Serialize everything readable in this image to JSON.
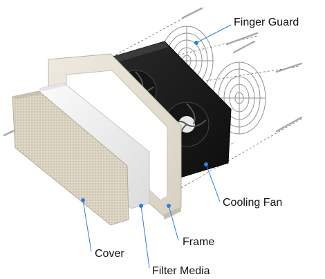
{
  "diagram": {
    "labels": {
      "finger_guard": "Finger Guard",
      "cooling_fan": "Cooling Fan",
      "frame": "Frame",
      "cover": "Cover",
      "filter_media": "Filter Media"
    },
    "colors": {
      "leader_dot": "#2f7ee0",
      "leader_line": "#2f7ee0",
      "fan_body": "#1c1c1c",
      "fan_hub_label": "#e9e9e9",
      "frame": "#e9e3d6",
      "cover": "#d9d2c1",
      "filter": "#f1f1f1",
      "guard_wire": "#9a9a9a",
      "screw": "#b8b8b8"
    }
  }
}
